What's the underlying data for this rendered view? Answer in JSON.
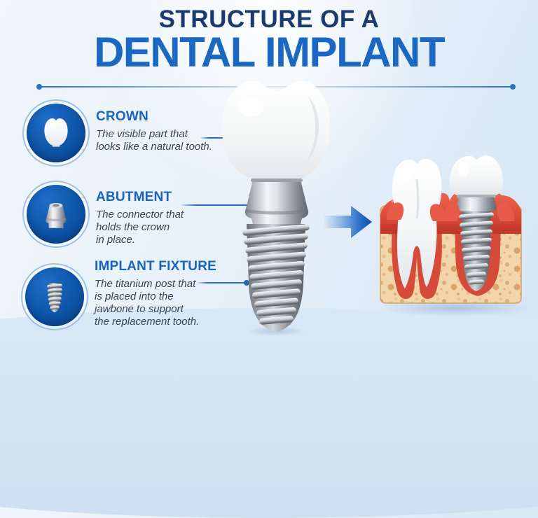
{
  "title": {
    "line1": "STRUCTURE OF A",
    "line2": "DENTAL IMPLANT"
  },
  "parts": [
    {
      "name": "CROWN",
      "description": "The visible part that\nlooks like a natural tooth.",
      "icon": "crown-icon"
    },
    {
      "name": "ABUTMENT",
      "description": "The connector that\nholds the crown\nin place.",
      "icon": "abutment-icon"
    },
    {
      "name": "IMPLANT FIXTURE",
      "description": "The titanium post that\nis placed into the\njawbone to support\nthe replacement tooth.",
      "icon": "implant-fixture-icon"
    }
  ],
  "icons": {
    "arrow": "arrow-right-icon",
    "crown_badge": "crown-icon",
    "abutment_badge": "abutment-icon",
    "fixture_badge": "implant-fixture-icon"
  },
  "colors": {
    "title_navy": "#1b3a70",
    "accent_blue": "#1b67c4",
    "heading_blue": "#1a63c0",
    "description_text": "#38434f",
    "badge_circle_blue": "#0d55a7",
    "badge_ring_blue": "#9cc2e8",
    "connector_blue": "#2a6fc9",
    "gum_red": "#e2503f",
    "gum_red_dark": "#b93227",
    "bone_tan": "#f2d6aa",
    "bone_speckle": "#d9a96f",
    "metal_silver": "#c9cdd2",
    "tooth_white": "#ffffff",
    "background_light_blue": "#e8f1f9"
  }
}
